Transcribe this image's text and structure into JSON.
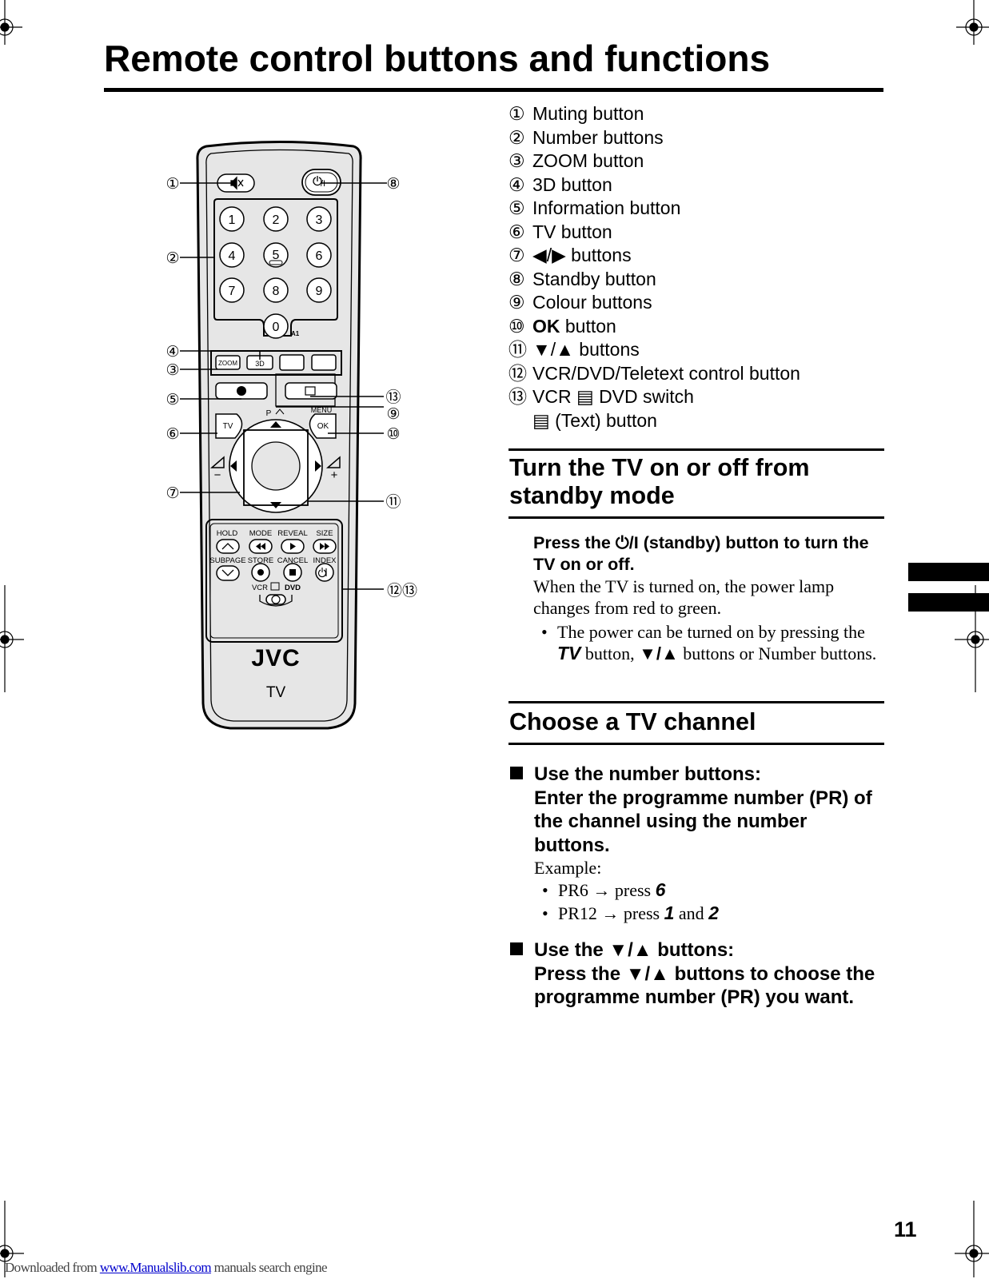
{
  "page": {
    "title": "Remote control buttons and functions",
    "page_number": "11"
  },
  "remote": {
    "callouts": [
      "①",
      "②",
      "③",
      "④",
      "⑤",
      "⑥",
      "⑦",
      "⑧",
      "⑨",
      "⑩",
      "⑪",
      "⑫⑬",
      "⑬"
    ],
    "keys": {
      "n1": "1",
      "n2": "2",
      "n3": "3",
      "n4": "4",
      "n5": "5",
      "n6": "6",
      "n7": "7",
      "n8": "8",
      "n9": "9",
      "n0": "0",
      "a1": "A1",
      "zoom": "ZOOM",
      "three_d": "3D",
      "tv": "TV",
      "ok": "OK",
      "menu": "MENU",
      "p": "P",
      "minus": "−",
      "plus": "+",
      "hold": "HOLD",
      "mode": "MODE",
      "reveal": "REVEAL",
      "size": "SIZE",
      "subpage": "SUBPAGE",
      "store": "STORE",
      "cancel": "CANCEL",
      "index": "INDEX",
      "vcr": "VCR",
      "dvd": "DVD",
      "brand": "JVC",
      "model": "TV"
    }
  },
  "legend": [
    {
      "num": "①",
      "label": "Muting button"
    },
    {
      "num": "②",
      "label": "Number buttons"
    },
    {
      "num": "③",
      "label": "ZOOM button"
    },
    {
      "num": "④",
      "label": "3D button"
    },
    {
      "num": "⑤",
      "label": "Information button"
    },
    {
      "num": "⑥",
      "label": "TV button"
    },
    {
      "num": "⑦",
      "label": "◀/▶ buttons"
    },
    {
      "num": "⑧",
      "label": "Standby button"
    },
    {
      "num": "⑨",
      "label": "Colour buttons"
    },
    {
      "num": "⑩",
      "label_bold": "OK",
      "label": " button"
    },
    {
      "num": "⑪",
      "label": "▼/▲ buttons"
    },
    {
      "num": "⑫",
      "label": "VCR/DVD/Teletext control button"
    },
    {
      "num": "⑬",
      "label": "VCR ▤ DVD switch"
    },
    {
      "num": "",
      "label": "▤ (Text) button"
    }
  ],
  "standby": {
    "heading": "Turn the TV on or off from standby mode",
    "instruction": "Press the ⏻/I (standby) button to turn the TV on or off.",
    "text": "When the TV is turned on, the power lamp changes from red to green.",
    "bullet_a": "The power can be turned on by pressing the ",
    "bullet_tv": "TV",
    "bullet_b": " button, ",
    "bullet_arrows": "▼/▲",
    "bullet_c": " buttons or Number buttons."
  },
  "channel": {
    "heading": "Choose a TV channel",
    "number_heading": "Use the number buttons:",
    "number_instruction": "Enter the programme number (PR) of the channel using the number buttons.",
    "example_label": "Example:",
    "ex1_a": "PR6 → press ",
    "ex1_key": "6",
    "ex2_a": "PR12 → press ",
    "ex2_key1": "1",
    "ex2_mid": " and ",
    "ex2_key2": "2",
    "arrows_heading": "Use the ▼/▲ buttons:",
    "arrows_instruction": "Press the ▼/▲ buttons to choose the programme number (PR) you want."
  },
  "footer": {
    "prefix": "Downloaded from ",
    "link": "www.Manualslib.com",
    "suffix": " manuals search engine"
  }
}
